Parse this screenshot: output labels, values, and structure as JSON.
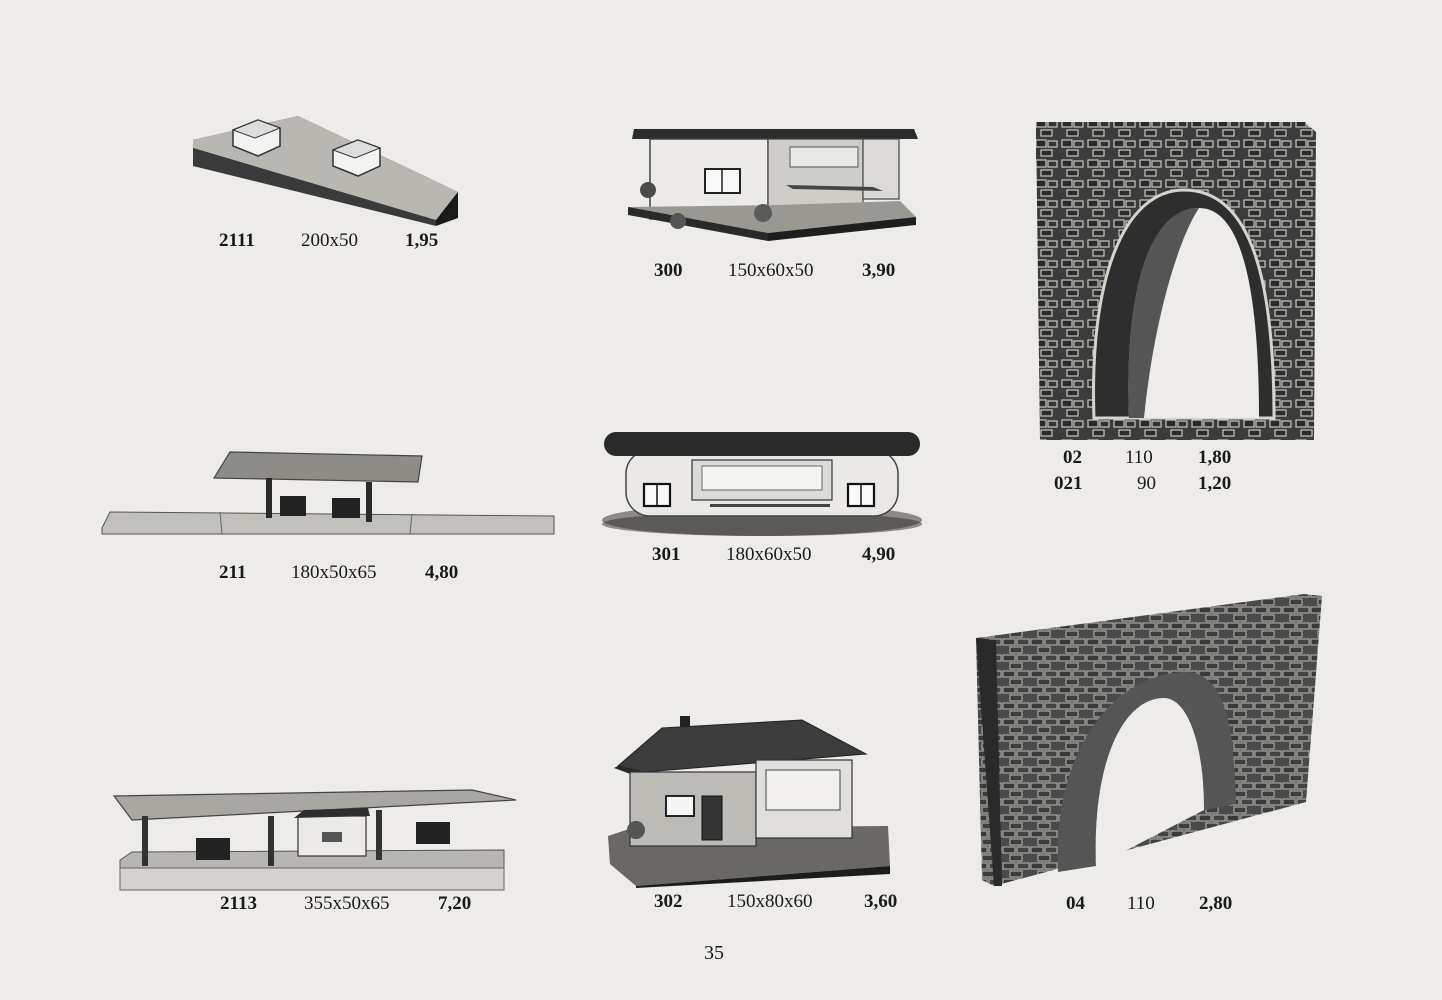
{
  "items": [
    {
      "number": "2111",
      "dims": "200x50",
      "price": "1,95"
    },
    {
      "number": "300",
      "dims": "150x60x50",
      "price": "3,90"
    },
    {
      "number": "211",
      "dims": "180x50x65",
      "price": "4,80"
    },
    {
      "number": "301",
      "dims": "180x60x50",
      "price": "4,90"
    },
    {
      "number": "2113",
      "dims": "355x50x65",
      "price": "7,20"
    },
    {
      "number": "302",
      "dims": "150x80x60",
      "price": "3,60"
    },
    {
      "number": "04",
      "dims": "110",
      "price": "2,80"
    }
  ],
  "tunnel_portal": {
    "rows": [
      {
        "number": "02",
        "dims": "110",
        "price": "1,80"
      },
      {
        "number": "021",
        "dims": "90",
        "price": "1,20"
      }
    ]
  },
  "page_number": "35"
}
